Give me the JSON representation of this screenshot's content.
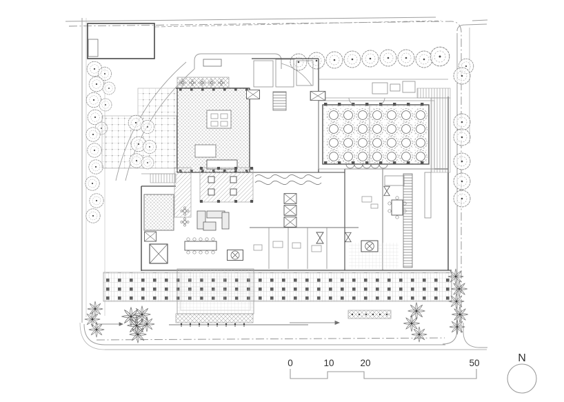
{
  "canvas": {
    "background": "#ffffff"
  },
  "colors": {
    "wall": "#474747",
    "light_line": "#9e9e9e",
    "pattern_line": "#c6c6c6",
    "accent_fill": "#555555"
  },
  "scale_bar": {
    "labels": [
      "0",
      "10",
      "20",
      "50"
    ]
  },
  "north_indicator": {
    "label": "N"
  }
}
